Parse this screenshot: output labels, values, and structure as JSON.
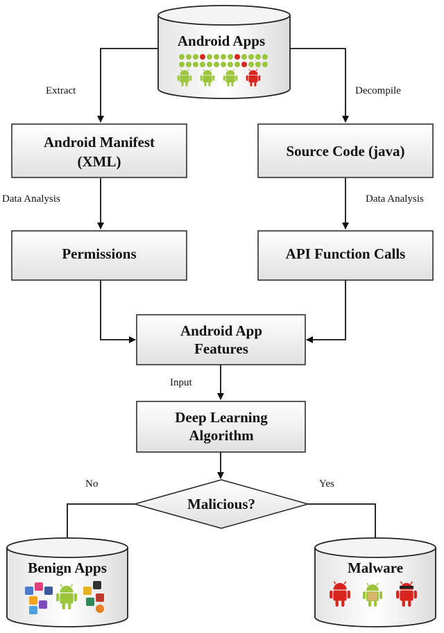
{
  "nodes": {
    "android_apps": "Android Apps",
    "manifest_line1": "Android Manifest",
    "manifest_line2": "(XML)",
    "source_code": "Source Code (java)",
    "permissions": "Permissions",
    "api_calls": "API Function Calls",
    "features_line1": "Android App",
    "features_line2": "Features",
    "dl_line1": "Deep Learning",
    "dl_line2": "Algorithm",
    "decision": "Malicious?",
    "benign": "Benign Apps",
    "malware": "Malware"
  },
  "edges": {
    "extract": "Extract",
    "decompile": "Decompile",
    "data_analysis_left": "Data Analysis",
    "data_analysis_right": "Data Analysis",
    "input": "Input",
    "no": "No",
    "yes": "Yes"
  },
  "colors": {
    "android_green": "#9bc53d",
    "malware_red": "#d8261e",
    "box_fill_top": "#ffffff",
    "box_fill_bottom": "#e2e2e2"
  }
}
